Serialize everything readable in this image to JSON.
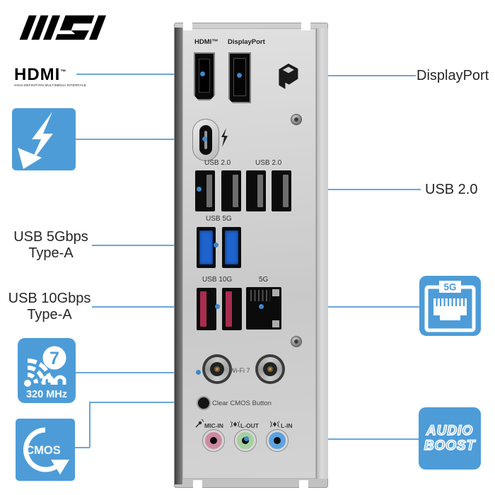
{
  "header": {
    "msi_alt": "MSI"
  },
  "hdmi_badge": {
    "text": "HDMI",
    "tm": "™",
    "sub": "HIGH-DEFINITION MULTIMEDIA INTERFACE"
  },
  "callouts": {
    "displayport": "DisplayPort",
    "usb20": "USB 2.0",
    "usb5_l1": "USB 5Gbps",
    "usb5_l2": "Type-A",
    "usb10_l1": "USB 10Gbps",
    "usb10_l2": "Type-A"
  },
  "badges": {
    "wifi": {
      "number": "7",
      "freq": "320 MHz"
    },
    "lan": {
      "label": "5G"
    },
    "cmos": {
      "label": "CMOS"
    },
    "audio": {
      "l1": "AUDIO",
      "l2": "BOOST"
    }
  },
  "panel": {
    "hdmi": "HDMI™",
    "displayport": "DisplayPort",
    "usb20_a": "USB 2.0",
    "usb20_b": "USB 2.0",
    "usb5": "USB 5G",
    "usb10": "USB 10G",
    "lan": "5G",
    "wifi": "Wi-Fi 7",
    "clear_cmos": "Clear CMOS Button",
    "mic": "MIC-IN",
    "lout": "L-OUT",
    "lin": "L-IN"
  },
  "colors": {
    "badge_blue": "#4d9cd8",
    "callout_line": "#6ba7d9",
    "usb5_port": "#1e63ce",
    "usb10_port": "#aa2c50",
    "jack_mic": "#cc8ba1",
    "jack_line_out": "#a6d09e",
    "jack_line_in": "#5da2e2"
  }
}
